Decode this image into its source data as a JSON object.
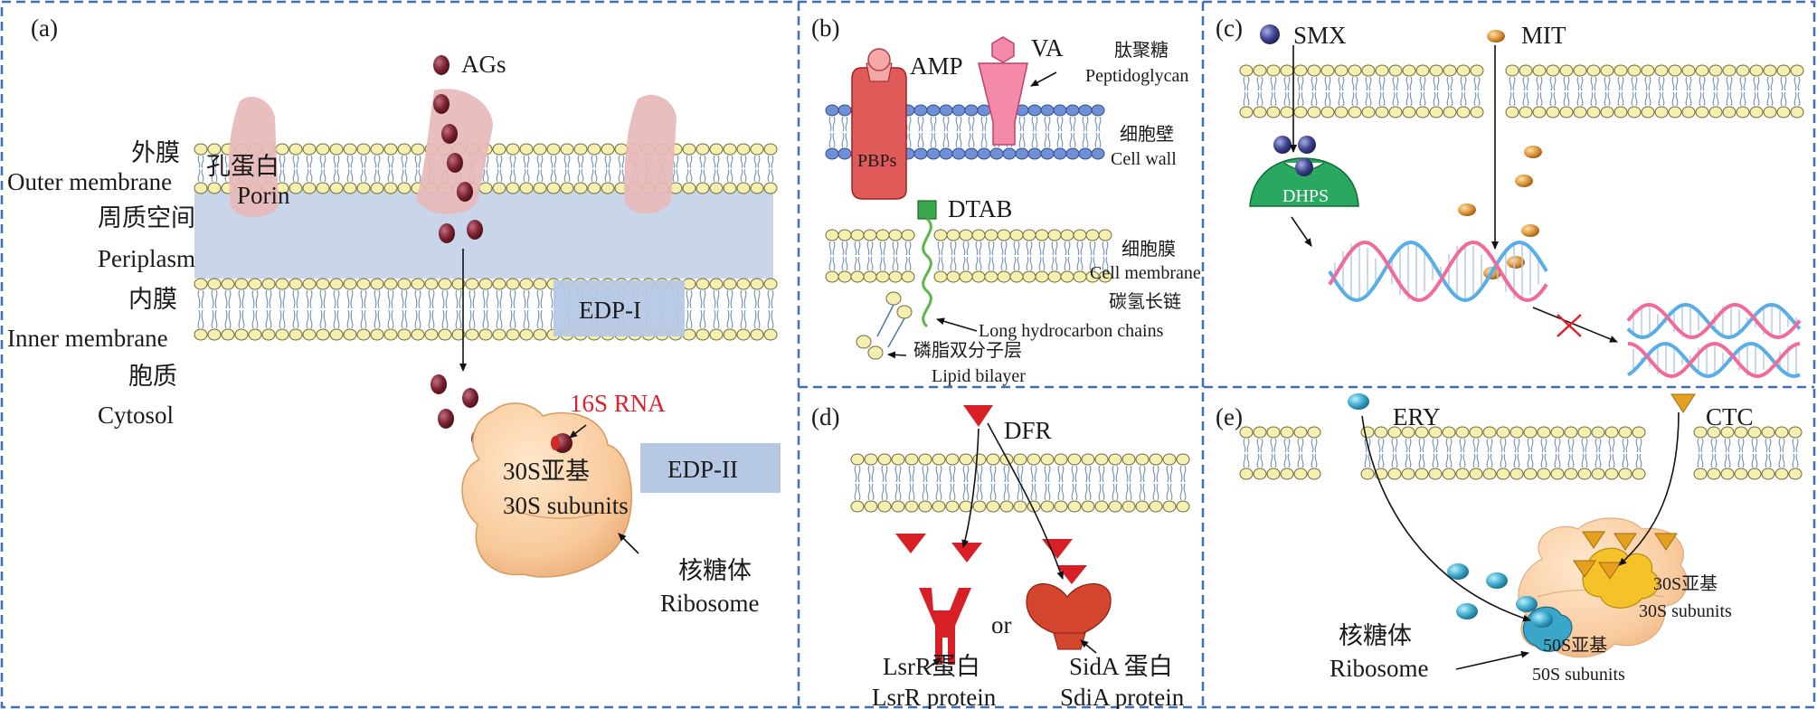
{
  "colors": {
    "panel_border": "#3f6fb4",
    "lipid_head": "#f6f0b0",
    "lipid_head_stroke": "#6b6a3a",
    "cell_wall_head": "#6f8fd6",
    "periplasm": "#c9d6ea",
    "porin": "#e7b8b8",
    "ribosome": "#f8c99a",
    "antibiotic_maroon": "#7b2030",
    "dna_pink": "#f06a9a",
    "dna_blue": "#5aaee8",
    "edp_box": "#b6c8e4",
    "red_label": "#e0202a",
    "green": "#3aa84a",
    "dfr_red": "#d81f26",
    "ery_teal": "#3aa6c8",
    "ctc_orange": "#e6a020",
    "sidA": "#d4452e"
  },
  "panels": {
    "a": {
      "tag": "(a)",
      "ags": "AGs",
      "outer_membrane_cn": "外膜",
      "outer_membrane_en": "Outer membrane",
      "porin_cn": "孔蛋白",
      "porin_en": "Porin",
      "periplasm_cn": "周质空间",
      "periplasm_en": "Periplasm",
      "inner_membrane_cn": "内膜",
      "inner_membrane_en": "Inner membrane",
      "cytosol_cn": "胞质",
      "cytosol_en": "Cytosol",
      "rna": "16S RNA",
      "subunit_cn": "30S亚基",
      "subunit_en": "30S subunits",
      "ribosome_cn": "核糖体",
      "ribosome_en": "Ribosome",
      "edp1": "EDP-I",
      "edp2": "EDP-II"
    },
    "b": {
      "tag": "(b)",
      "amp": "AMP",
      "va": "VA",
      "pbps": "PBPs",
      "peptidoglycan_cn": "肽聚糖",
      "peptidoglycan_en": "Peptidoglycan",
      "cell_wall_cn": "细胞壁",
      "cell_wall_en": "Cell wall",
      "dtab": "DTAB",
      "cell_membrane_cn": "细胞膜",
      "cell_membrane_en": "Cell membrane",
      "hydrocarbon_cn": "碳氢长链",
      "hydrocarbon_en": "Long hydrocarbon chains",
      "lipid_bilayer_cn": "磷脂双分子层",
      "lipid_bilayer_en": "Lipid bilayer"
    },
    "c": {
      "tag": "(c)",
      "smx": "SMX",
      "mit": "MIT",
      "dhps": "DHPS"
    },
    "d": {
      "tag": "(d)",
      "dfr": "DFR",
      "or": "or",
      "lsrr_cn": "LsrR蛋白",
      "lsrr_en": "LsrR protein",
      "sida_cn": "SidA 蛋白",
      "sdia_en": "SdiA protein"
    },
    "e": {
      "tag": "(e)",
      "ery": "ERY",
      "ctc": "CTC",
      "subunit30_cn": "30S亚基",
      "subunit30_en": "30S subunits",
      "ribosome_cn": "核糖体",
      "ribosome_en": "Ribosome",
      "subunit50_cn": "50S亚基",
      "subunit50_en": "50S subunits"
    }
  }
}
